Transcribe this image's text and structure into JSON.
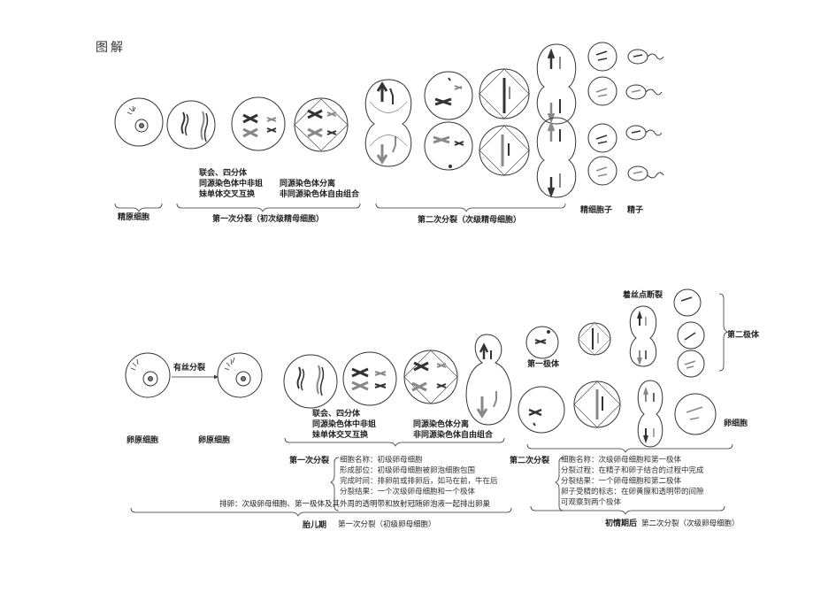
{
  "title": "图解",
  "male": {
    "spermatogonium": "精原细胞",
    "meiosis1_label": "第一次分裂（初次级精母细胞）",
    "meiosis2_label": "第二次分裂（次级精母细胞）",
    "spermatid": "精细胞子",
    "sperm": "精子",
    "note1": [
      "联会、四分体",
      "同源染色体中非姐",
      "妹单体交叉互换"
    ],
    "note2": [
      "同源染色体分离",
      "非同源染色体自由组合"
    ]
  },
  "female": {
    "oogonium_left": "卵原细胞",
    "oogonium_right": "卵原细胞",
    "mitosis": "有丝分裂",
    "note1": [
      "联会、四分体",
      "同源染色体中非姐",
      "妹单体交叉互换"
    ],
    "note2": [
      "同源染色体分离",
      "非同源染色体自由组合"
    ],
    "centromere": "着丝点断裂",
    "first_polar_body": "第一极体",
    "second_polar_body": "第二极体",
    "egg": "卵细胞",
    "first_division": "第一次分裂",
    "first_info": [
      "细胞名称：初级卵母细胞",
      "形成部位：初级卵母细胞被卵泡细胞包围",
      "完成时间：排卵前或排卵后，如马在前，牛在后",
      "分裂结果：一个次级卵母细胞和一个极体"
    ],
    "ovulation": "排卵：次级卵母细胞、第一极体及其外周的透明带和放射冠随卵泡液一起排出卵巢",
    "fetal": "胎儿期",
    "first_sub": "第一次分裂（初级卵母细胞）",
    "second_division": "第二次分裂",
    "second_info": [
      "细胞名称：次级卵母细胞和第一极体",
      "分裂过程：在精子和卵子结合的过程中完成",
      "分裂结果：一个卵母细胞和第二极体",
      "卵子受精的标志：在卵黄膜和透明带的间隙",
      "可观察到两个极体"
    ],
    "puberty": "初情期后",
    "second_sub": "第二次分裂（次级卵母细胞）"
  }
}
